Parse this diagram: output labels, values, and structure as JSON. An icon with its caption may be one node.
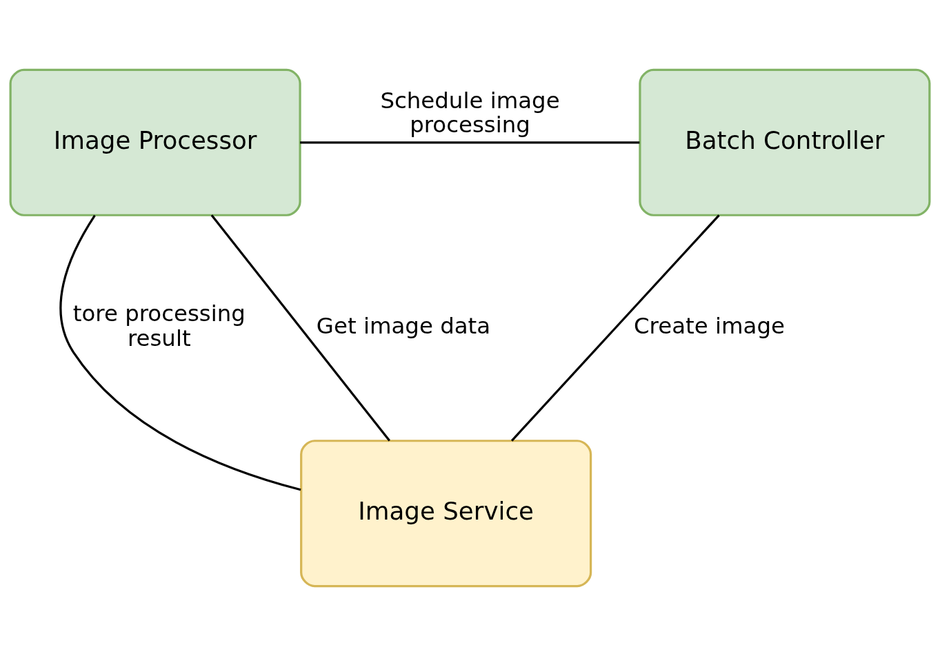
{
  "diagram": {
    "nodes": [
      {
        "text": [
          "Image Processor"
        ]
      },
      {
        "text": [
          "Batch Controller"
        ]
      },
      {
        "text": [
          "Image Service"
        ]
      }
    ],
    "edges": [
      {
        "from": 0,
        "to": 1,
        "arrow": "none",
        "label": "Schedule image processing"
      },
      {
        "from": 0,
        "to": 2,
        "arrow": "none",
        "label": "tore processing result"
      },
      {
        "from": 0,
        "to": 2,
        "arrow": "none",
        "label": "Get image data"
      },
      {
        "from": 1,
        "to": 2,
        "arrow": "none",
        "label": "Create image"
      }
    ]
  }
}
